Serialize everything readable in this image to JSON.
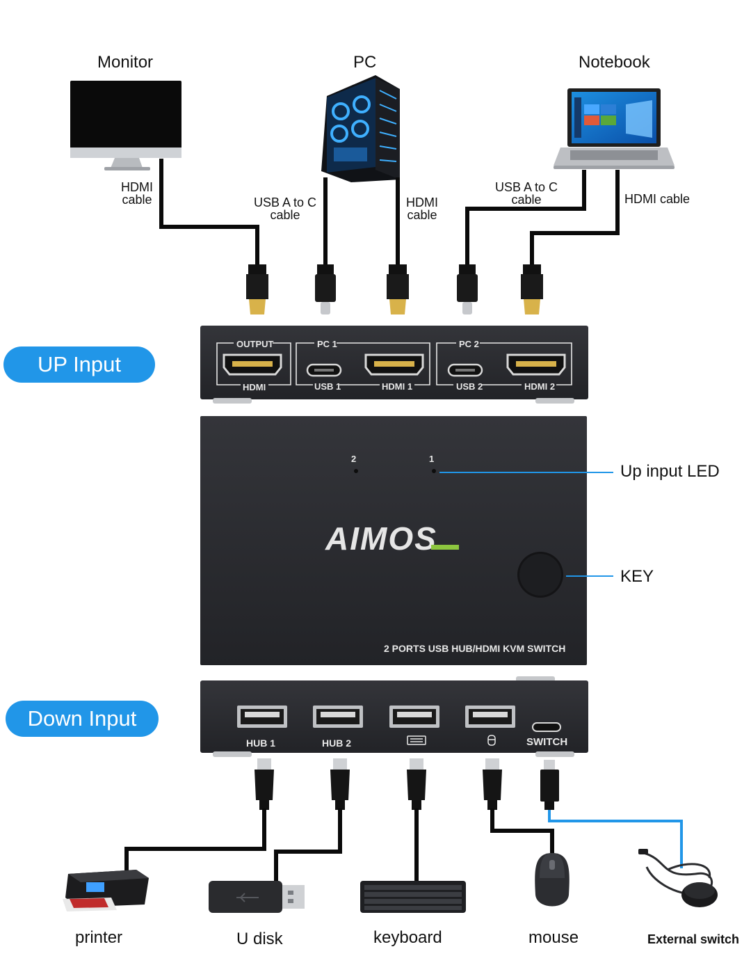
{
  "top_devices": {
    "monitor": "Monitor",
    "pc": "PC",
    "notebook": "Notebook"
  },
  "top_cables": {
    "monitor_hdmi": [
      "HDMI",
      "cable"
    ],
    "pc_usb": [
      "USB A to C",
      "cable"
    ],
    "pc_hdmi": [
      "HDMI",
      "cable"
    ],
    "notebook_usb": [
      "USB A to C",
      "cable"
    ],
    "notebook_hdmi": "HDMI cable"
  },
  "sections": {
    "up_input": "UP Input",
    "down_input": "Down Input"
  },
  "up_panel": {
    "output_group": "OUTPUT",
    "output_port": "HDMI",
    "pc1_group": "PC 1",
    "pc1_usb": "USB 1",
    "pc1_hdmi": "HDMI 1",
    "pc2_group": "PC 2",
    "pc2_usb": "USB 2",
    "pc2_hdmi": "HDMI 2"
  },
  "main_box": {
    "led_2": "2",
    "led_1": "1",
    "brand": "AIMOS",
    "brand_colors": {
      "main": "#e6e6e6",
      "accent": "#8dc63f"
    },
    "product": "2 PORTS USB HUB/HDMI KVM SWITCH"
  },
  "callouts": {
    "up_input_led": "Up input LED",
    "key": "KEY"
  },
  "down_panel": {
    "hub1": "HUB 1",
    "hub2": "HUB 2",
    "keyboard_icon": "keyboard-icon",
    "mouse_icon": "mouse-icon",
    "switch": "SWITCH"
  },
  "bottom_devices": {
    "printer": "printer",
    "udisk": "U disk",
    "keyboard": "keyboard",
    "mouse": "mouse",
    "external_switch": "External switch"
  },
  "colors": {
    "pill": "#2196e8",
    "callout_line": "#2196e8",
    "device_box": "#2b2c30",
    "cable": "#0a0a0a"
  }
}
